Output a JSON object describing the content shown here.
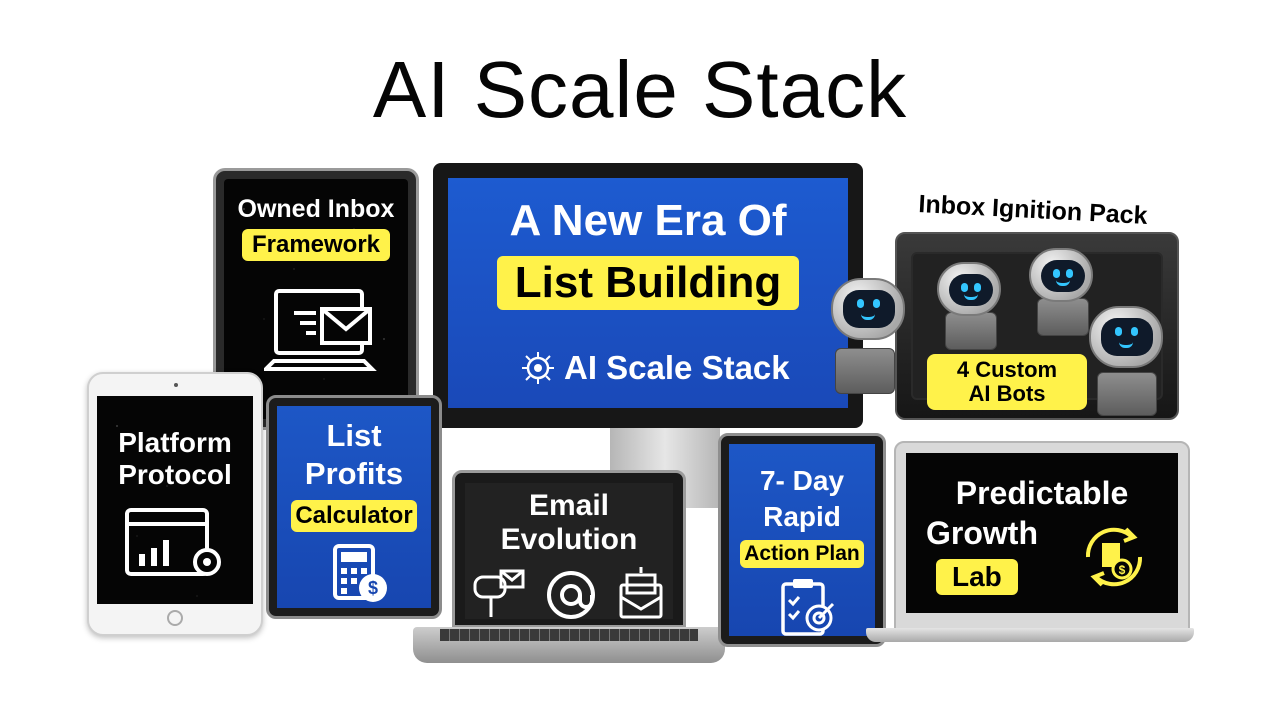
{
  "title": "AI Scale Stack",
  "owned_inbox": {
    "line1": "Owned Inbox",
    "line2": "Framework"
  },
  "monitor": {
    "line1": "A New Era Of",
    "line2": "List Building",
    "brand": "AI Scale Stack"
  },
  "inbox_ignition": {
    "title": "Inbox Ignition Pack",
    "badge_line1": "4 Custom",
    "badge_line2": "AI Bots"
  },
  "platform_protocol": {
    "line1": "Platform",
    "line2": "Protocol"
  },
  "list_profits": {
    "line1": "List",
    "line2": "Profits",
    "line3": "Calculator"
  },
  "email_evolution": {
    "line1": "Email",
    "line2": "Evolution"
  },
  "seven_day": {
    "line1": "7- Day",
    "line2": "Rapid",
    "line3": "Action Plan"
  },
  "predictable": {
    "line1": "Predictable",
    "line2": "Growth",
    "line3": "Lab"
  },
  "colors": {
    "accent_yellow": "#fff24a",
    "screen_blue": "#1d57c6",
    "dark": "#050505"
  },
  "icons": [
    "laptop-mail-icon",
    "dashboard-gear-icon",
    "calculator-dollar-icon",
    "mailbox-icon",
    "at-sign-icon",
    "inbox-tray-icon",
    "clipboard-target-icon",
    "cycle-dollar-icon",
    "ai-chip-logo-icon",
    "robot-icon"
  ]
}
